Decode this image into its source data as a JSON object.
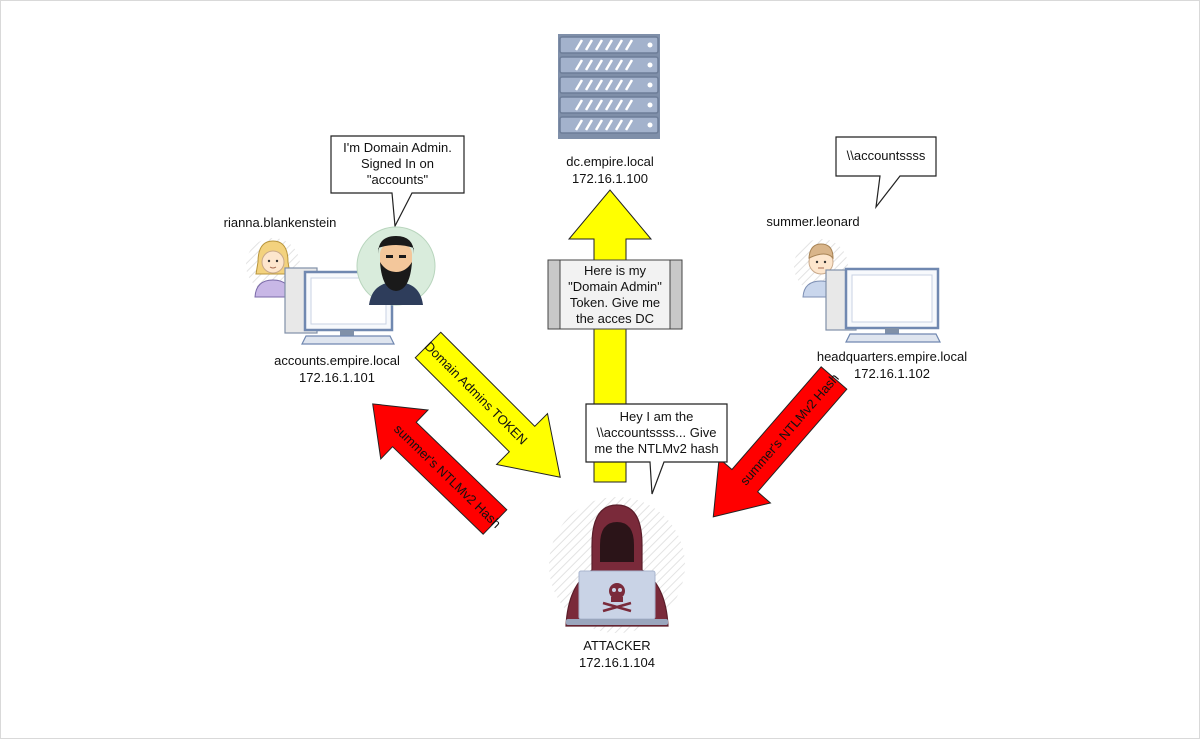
{
  "colors": {
    "yellow": "#ffff00",
    "red": "#ff0000",
    "hood": "#7a2a3a",
    "monitor_stroke": "#7088b0",
    "monitor_fill": "#f7f9fc",
    "server": "#97a8c7",
    "gray_box": "#c8c8c8"
  },
  "nodes": {
    "dc": {
      "name": "dc.empire.local",
      "ip": "172.16.1.100",
      "icon": "server-icon"
    },
    "accounts": {
      "name": "accounts.empire.local",
      "ip": "172.16.1.101",
      "icon": "workstation-icon"
    },
    "headquarters": {
      "name": "headquarters.empire.local",
      "ip": "172.16.1.102",
      "icon": "workstation-icon"
    },
    "attacker": {
      "name": "ATTACKER",
      "ip": "172.16.1.104",
      "icon": "hooded-hacker-icon"
    }
  },
  "users": {
    "rianna": {
      "name": "rianna.blankenstein",
      "icon": "female-user-avatar"
    },
    "admin": {
      "icon": "bearded-admin-avatar"
    },
    "summer": {
      "name": "summer.leonard",
      "icon": "male-user-avatar"
    }
  },
  "bubbles": {
    "admin": [
      "I'm Domain Admin.",
      "Signed In on",
      "\"accounts\""
    ],
    "summer": [
      "\\\\accountssss"
    ],
    "attacker": [
      "Hey I am the",
      "\\\\accountssss... Give",
      "me the NTLMv2 hash"
    ],
    "token": [
      "Here is my",
      "\"Domain Admin\"",
      "Token. Give me",
      "the acces DC"
    ]
  },
  "arrows": {
    "domain_admins_token": "Domain Admins TOKEN",
    "summer_hash_left": "summer's NTLMv2 Hash",
    "summer_hash_right": "summer's NTLMv2 Hash"
  }
}
